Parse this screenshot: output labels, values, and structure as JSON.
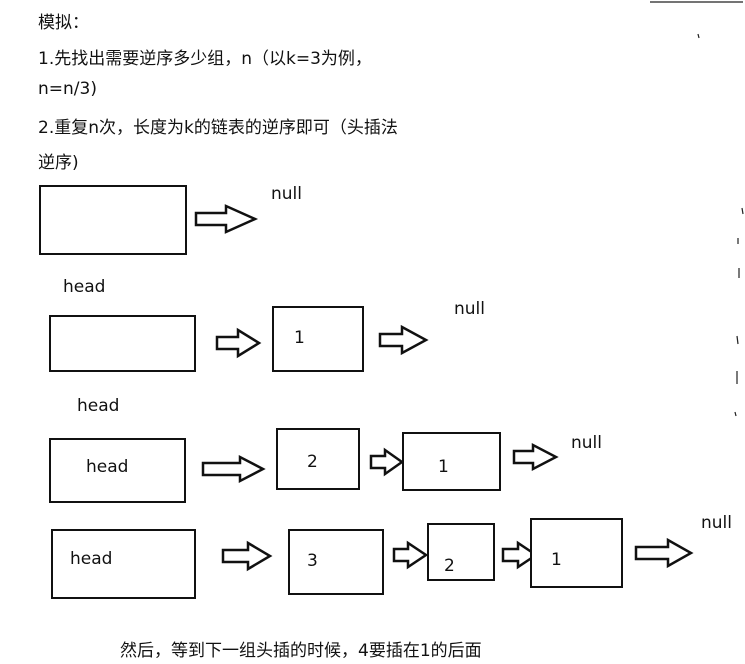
{
  "notes": {
    "title": "模拟：",
    "step1_a": "1.先找出需要逆序多少组，n（以k=3为例，",
    "step1_b": "n=n/3)",
    "step2_a": "2.重复n次，长度为k的链表的逆序即可（头插法",
    "step2_b": "逆序)"
  },
  "rows": {
    "r0": {
      "null": "null"
    },
    "r1": {
      "head_label": "head",
      "n1": "1",
      "null": "null"
    },
    "r2": {
      "head_label": "head",
      "head_box": "head",
      "n2": "2",
      "n1": "1",
      "null": "null"
    },
    "r3": {
      "head_box": "head",
      "n3": "3",
      "n2": "2",
      "n1": "1",
      "null": "null"
    }
  },
  "footer": "然后，等到下一组头插的时候，4要插在1的后面"
}
